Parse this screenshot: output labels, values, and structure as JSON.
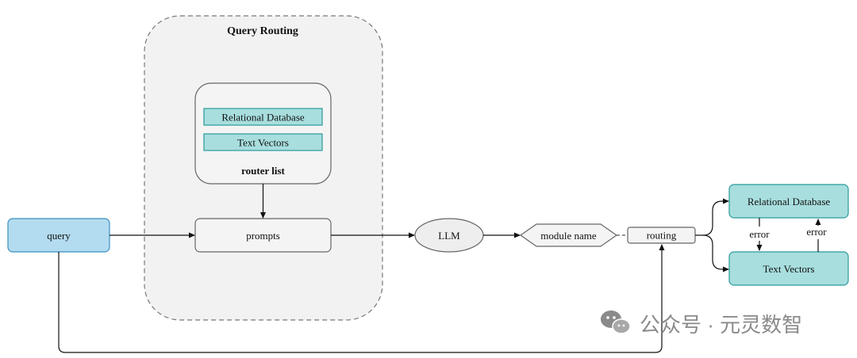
{
  "group": {
    "title": "Query Routing"
  },
  "router_list": {
    "items": [
      "Relational Database",
      "Text Vectors"
    ],
    "label": "router list"
  },
  "nodes": {
    "query": "query",
    "prompts": "prompts",
    "llm": "LLM",
    "module_name": "module name",
    "routing": "routing",
    "target_db": "Relational Database",
    "target_vectors": "Text Vectors"
  },
  "edges": {
    "error_down": "error",
    "error_up": "error"
  },
  "watermark": {
    "text": "公众号 · 元灵数智",
    "icon": "wechat-icon"
  },
  "colors": {
    "teal_fill": "#a8dede",
    "teal_stroke": "#2a9a9a",
    "blue_fill": "#b3dcf0",
    "blue_stroke": "#3d8fbd",
    "gray_fill": "#f4f4f4",
    "group_fill": "#f2f2f2"
  }
}
